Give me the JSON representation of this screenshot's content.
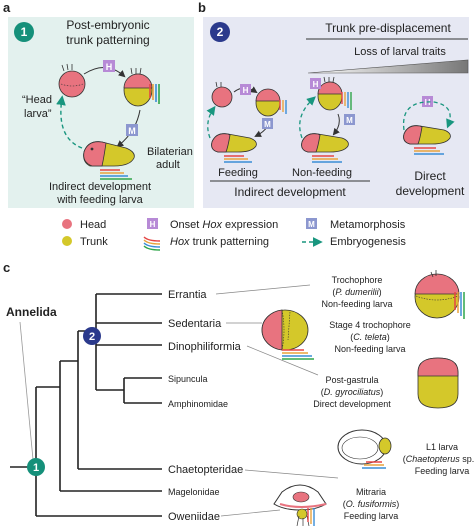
{
  "panel_a": {
    "letter": "a",
    "number": "1",
    "title_line1": "Post-embryonic",
    "title_line2": "trunk patterning",
    "head_larva_line1": "“Head",
    "head_larva_line2": "larva”",
    "adult_line1": "Bilaterian",
    "adult_line2": "adult",
    "caption_line1": "Indirect development",
    "caption_line2": "with feeding larva",
    "badge_h": "H",
    "badge_m": "M"
  },
  "panel_b": {
    "letter": "b",
    "number": "2",
    "trunk_predisplacement": "Trunk pre-displacement",
    "loss_larval": "Loss of larval traits",
    "feeding": "Feeding",
    "non_feeding": "Non-feeding",
    "indirect_dev": "Indirect development",
    "direct_line1": "Direct",
    "direct_line2": "development",
    "badge_h": "H",
    "badge_m": "M"
  },
  "legend": {
    "head": "Head",
    "trunk": "Trunk",
    "onset_prefix": "Onset ",
    "onset_hox": "Hox",
    "onset_suffix": " expression",
    "patterning_hox": "Hox",
    "patterning_suffix": " trunk patterning",
    "metamorphosis": "Metamorphosis",
    "embryogenesis": "Embryogenesis",
    "badge_h": "H",
    "badge_m": "M"
  },
  "panel_c": {
    "letter": "c",
    "annelida": "Annelida",
    "node1": "1",
    "node2": "2",
    "taxa": [
      "Errantia",
      "Sedentaria",
      "Dinophiliformia",
      "Sipuncula",
      "Amphinomidae",
      "Chaetopteridae",
      "Magelonidae",
      "Oweniidae"
    ],
    "labels": {
      "errantia": {
        "l1": "Trochophore",
        "l2_open": "(",
        "l2_ital": "P. dumerilii",
        "l2_close": ")",
        "l3": "Non-feeding larva"
      },
      "sedentaria": {
        "l1": "Stage 4 trochophore",
        "l2_open": "(",
        "l2_ital": "C. teleta",
        "l2_close": ")",
        "l3": "Non-feeding larva"
      },
      "dinophili": {
        "l1": "Post-gastrula",
        "l2_open": "(",
        "l2_ital": "D. gyrociliatus",
        "l2_close": ")",
        "l3": "Direct development"
      },
      "chaetopt": {
        "l1": "L1 larva",
        "l2_open": "(",
        "l2_ital": "Chaetopterus",
        "l2_close": " sp.)",
        "l3": "Feeding larva"
      },
      "owenii": {
        "l1": "Mitraria",
        "l2_open": "(",
        "l2_ital": "O. fusiformis",
        "l2_close": ")",
        "l3": "Feeding larva"
      }
    }
  },
  "colors": {
    "head": "#e8737f",
    "trunk": "#d4c82a",
    "panel_a_bg": "#e3f1ee",
    "panel_b_bg": "#e6e8f3",
    "node_teal": "#15907a",
    "node_navy": "#2b3a8c",
    "badge_h": "#b78ad6",
    "badge_m": "#8c97cf",
    "embryo_arrow": "#19967f",
    "hox_bars": [
      "#e54545",
      "#e8a33d",
      "#3a8dd6",
      "#2fa54a",
      "#8c5bd0"
    ]
  }
}
